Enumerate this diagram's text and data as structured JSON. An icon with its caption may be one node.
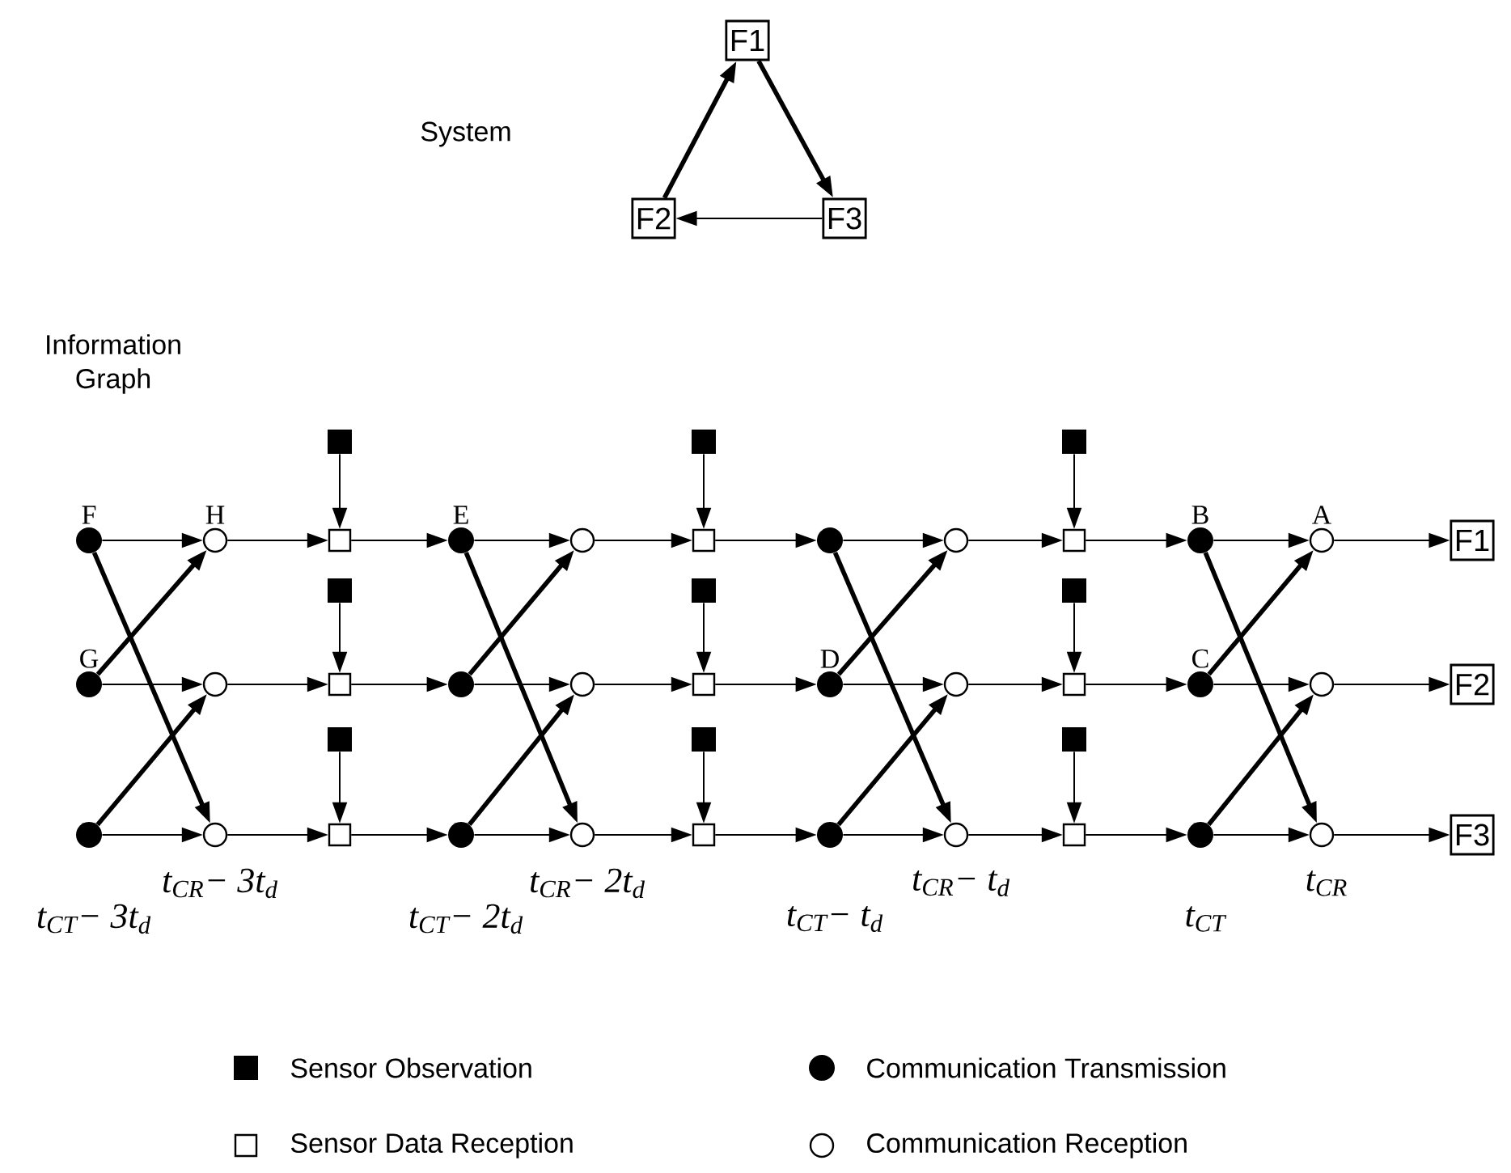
{
  "diagram": {
    "nodes": [
      {
        "text": [
          "F1"
        ]
      },
      {
        "text": [
          "F2"
        ]
      },
      {
        "text": [
          "F3"
        ]
      },
      {
        "text": [],
        "shape": "block"
      },
      {
        "text": [],
        "shape": "block"
      },
      {
        "text": [],
        "shape": "block"
      },
      {
        "text": [],
        "shape": "dot",
        "beside": [
          "F"
        ]
      },
      {
        "text": [],
        "shape": "circle",
        "beside": [
          "H"
        ]
      },
      {
        "text": [],
        "shape": "box"
      },
      {
        "text": [],
        "shape": "dot",
        "beside": [
          "E"
        ]
      },
      {
        "text": [],
        "shape": "circle"
      },
      {
        "text": [],
        "shape": "box"
      },
      {
        "text": [],
        "shape": "dot"
      },
      {
        "text": [],
        "shape": "circle"
      },
      {
        "text": [],
        "shape": "box"
      },
      {
        "text": [],
        "shape": "dot",
        "beside": [
          "B"
        ]
      },
      {
        "text": [],
        "shape": "circle",
        "beside": [
          "A"
        ]
      },
      {
        "text": [
          "F1"
        ]
      },
      {
        "text": [],
        "shape": "block"
      },
      {
        "text": [],
        "shape": "block"
      },
      {
        "text": [],
        "shape": "block"
      },
      {
        "text": [],
        "shape": "dot",
        "beside": [
          "G"
        ]
      },
      {
        "text": [],
        "shape": "circle"
      },
      {
        "text": [],
        "shape": "box"
      },
      {
        "text": [],
        "shape": "dot"
      },
      {
        "text": [],
        "shape": "circle"
      },
      {
        "text": [],
        "shape": "box"
      },
      {
        "text": [],
        "shape": "dot",
        "beside": [
          "D"
        ]
      },
      {
        "text": [],
        "shape": "circle"
      },
      {
        "text": [],
        "shape": "box"
      },
      {
        "text": [],
        "shape": "dot",
        "beside": [
          "C"
        ]
      },
      {
        "text": [],
        "shape": "circle"
      },
      {
        "text": [
          "F2"
        ]
      },
      {
        "text": [],
        "shape": "block"
      },
      {
        "text": [],
        "shape": "block"
      },
      {
        "text": [],
        "shape": "block"
      },
      {
        "text": [],
        "shape": "dot",
        "beside": [
          "t$_{CT}$− 3t$_{d}$"
        ]
      },
      {
        "text": [],
        "shape": "circle",
        "beside": [
          "t$_{CR}$− 3t$_{d}$"
        ]
      },
      {
        "text": [],
        "shape": "box"
      },
      {
        "text": [],
        "shape": "dot",
        "beside": [
          "t$_{CT}$− 2t$_{d}$"
        ]
      },
      {
        "text": [],
        "shape": "circle",
        "beside": [
          "t$_{CR}$− 2t$_{d}$"
        ]
      },
      {
        "text": [],
        "shape": "box"
      },
      {
        "text": [],
        "shape": "dot",
        "beside": [
          "t$_{CT}$− t$_{d}$"
        ]
      },
      {
        "text": [],
        "shape": "circle",
        "beside": [
          "t$_{CR}$− t$_{d}$"
        ]
      },
      {
        "text": [],
        "shape": "box"
      },
      {
        "text": [],
        "shape": "dot",
        "beside": [
          "t$_{CT}$"
        ]
      },
      {
        "text": [],
        "shape": "circle",
        "beside": [
          "t$_{CR}$"
        ]
      },
      {
        "text": [
          "F3"
        ]
      }
    ],
    "edges": [
      {
        "from": 1,
        "to": 0,
        "arrow": "to",
        "style": "thick"
      },
      {
        "from": 0,
        "to": 2,
        "arrow": "to",
        "style": "thick"
      },
      {
        "from": 2,
        "to": 1,
        "arrow": "to"
      },
      {
        "from": 6,
        "to": 7,
        "arrow": "to"
      },
      {
        "from": 7,
        "to": 8,
        "arrow": "to"
      },
      {
        "from": 8,
        "to": 9,
        "arrow": "to"
      },
      {
        "from": 9,
        "to": 10,
        "arrow": "to"
      },
      {
        "from": 10,
        "to": 11,
        "arrow": "to"
      },
      {
        "from": 11,
        "to": 12,
        "arrow": "to"
      },
      {
        "from": 12,
        "to": 13,
        "arrow": "to"
      },
      {
        "from": 13,
        "to": 14,
        "arrow": "to"
      },
      {
        "from": 14,
        "to": 15,
        "arrow": "to"
      },
      {
        "from": 15,
        "to": 16,
        "arrow": "to"
      },
      {
        "from": 16,
        "to": 17,
        "arrow": "to"
      },
      {
        "from": 21,
        "to": 22,
        "arrow": "to"
      },
      {
        "from": 22,
        "to": 23,
        "arrow": "to"
      },
      {
        "from": 23,
        "to": 24,
        "arrow": "to"
      },
      {
        "from": 24,
        "to": 25,
        "arrow": "to"
      },
      {
        "from": 25,
        "to": 26,
        "arrow": "to"
      },
      {
        "from": 26,
        "to": 27,
        "arrow": "to"
      },
      {
        "from": 27,
        "to": 28,
        "arrow": "to"
      },
      {
        "from": 28,
        "to": 29,
        "arrow": "to"
      },
      {
        "from": 29,
        "to": 30,
        "arrow": "to"
      },
      {
        "from": 30,
        "to": 31,
        "arrow": "to"
      },
      {
        "from": 31,
        "to": 32,
        "arrow": "to"
      },
      {
        "from": 36,
        "to": 37,
        "arrow": "to"
      },
      {
        "from": 37,
        "to": 38,
        "arrow": "to"
      },
      {
        "from": 38,
        "to": 39,
        "arrow": "to"
      },
      {
        "from": 39,
        "to": 40,
        "arrow": "to"
      },
      {
        "from": 40,
        "to": 41,
        "arrow": "to"
      },
      {
        "from": 41,
        "to": 42,
        "arrow": "to"
      },
      {
        "from": 42,
        "to": 43,
        "arrow": "to"
      },
      {
        "from": 43,
        "to": 44,
        "arrow": "to"
      },
      {
        "from": 44,
        "to": 45,
        "arrow": "to"
      },
      {
        "from": 45,
        "to": 46,
        "arrow": "to"
      },
      {
        "from": 46,
        "to": 47,
        "arrow": "to"
      },
      {
        "from": 3,
        "to": 8,
        "arrow": "to"
      },
      {
        "from": 4,
        "to": 11,
        "arrow": "to"
      },
      {
        "from": 5,
        "to": 14,
        "arrow": "to"
      },
      {
        "from": 18,
        "to": 23,
        "arrow": "to"
      },
      {
        "from": 19,
        "to": 26,
        "arrow": "to"
      },
      {
        "from": 20,
        "to": 29,
        "arrow": "to"
      },
      {
        "from": 33,
        "to": 38,
        "arrow": "to"
      },
      {
        "from": 34,
        "to": 41,
        "arrow": "to"
      },
      {
        "from": 35,
        "to": 44,
        "arrow": "to"
      },
      {
        "from": 6,
        "to": 37,
        "arrow": "to",
        "style": "thick"
      },
      {
        "from": 21,
        "to": 7,
        "arrow": "to",
        "style": "thick"
      },
      {
        "from": 36,
        "to": 22,
        "arrow": "to",
        "style": "thick"
      },
      {
        "from": 9,
        "to": 40,
        "arrow": "to",
        "style": "thick"
      },
      {
        "from": 24,
        "to": 10,
        "arrow": "to",
        "style": "thick"
      },
      {
        "from": 39,
        "to": 25,
        "arrow": "to",
        "style": "thick"
      },
      {
        "from": 12,
        "to": 43,
        "arrow": "to",
        "style": "thick"
      },
      {
        "from": 27,
        "to": 13,
        "arrow": "to",
        "style": "thick"
      },
      {
        "from": 42,
        "to": 28,
        "arrow": "to",
        "style": "thick"
      },
      {
        "from": 15,
        "to": 46,
        "arrow": "to",
        "style": "thick"
      },
      {
        "from": 30,
        "to": 16,
        "arrow": "to",
        "style": "thick"
      },
      {
        "from": 45,
        "to": 31,
        "arrow": "to",
        "style": "thick"
      }
    ],
    "labels": [
      "System",
      "Information Graph"
    ],
    "legend": [
      {
        "text": "Sensor Observation"
      },
      {
        "text": "Communication Transmission"
      },
      {
        "text": "Sensor Data Reception"
      },
      {
        "text": "Communication Reception"
      }
    ]
  }
}
